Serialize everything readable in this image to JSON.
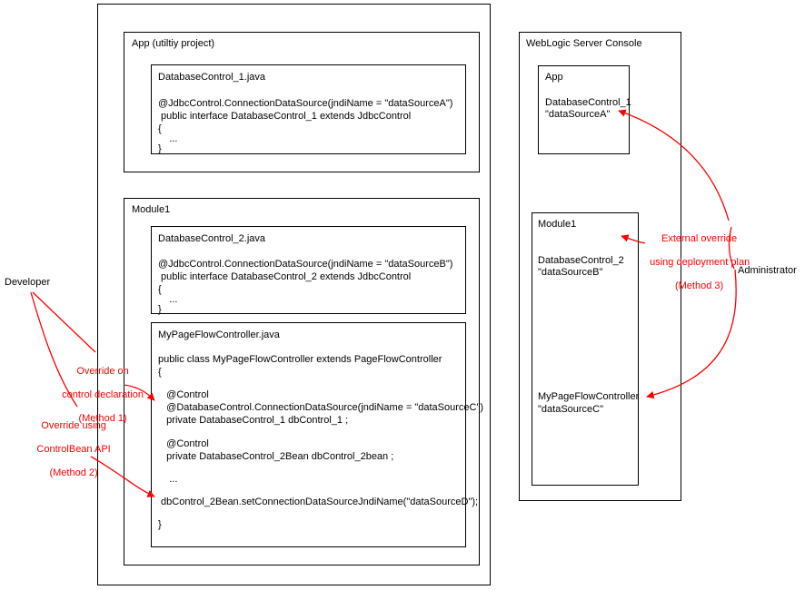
{
  "outer_container": {
    "name": "developer-workspace"
  },
  "app_project": {
    "title": "App (utiltiy project)",
    "file": {
      "filename": "DatabaseControl_1.java",
      "lines": [
        "@JdbcControl.ConnectionDataSource(jndiName = \"dataSourceA\")",
        " public interface DatabaseControl_1 extends JdbcControl",
        "{",
        "    ...",
        "}"
      ]
    }
  },
  "module1": {
    "title": "Module1",
    "file1": {
      "filename": "DatabaseControl_2.java",
      "lines": [
        "@JdbcControl.ConnectionDataSource(jndiName = \"dataSourceB\")",
        " public interface DatabaseControl_2 extends JdbcControl",
        "{",
        "    ...",
        "}"
      ]
    },
    "file2": {
      "filename": "MyPageFlowController.java",
      "lines": [
        "public class MyPageFlowController extends PageFlowController",
        "{",
        "",
        "   @Control",
        "   @DatabaseControl.ConnectionDataSource(jndiName = \"dataSourceC\")",
        "   private DatabaseControl_1 dbControl_1 ;",
        "",
        "   @Control",
        "   private DatabaseControl_2Bean dbControl_2bean ;",
        "",
        "    ...",
        "",
        " dbControl_2Bean.setConnectionDataSourceJndiName(\"dataSourceD\");",
        "",
        "}"
      ]
    }
  },
  "console": {
    "title": "WebLogic Server Console",
    "app_panel": {
      "title": "App",
      "control_name": "DatabaseControl_1",
      "datasource": "\"dataSourceA\""
    },
    "module_panel": {
      "title": "Module1",
      "entries": [
        {
          "control_name": "DatabaseControl_2",
          "datasource": "\"dataSourceB\""
        },
        {
          "control_name": "MyPageFlowController",
          "datasource": "\"dataSourceC\""
        }
      ]
    }
  },
  "actors": {
    "developer": "Developer",
    "administrator": "Administrator"
  },
  "annotations": {
    "method1": {
      "line1": "Override on",
      "line2": "control declaration",
      "line3": "(Method 1)"
    },
    "method2": {
      "line1": "Override using",
      "line2": "ControlBean API",
      "line3": "(Method 2)"
    },
    "method3": {
      "line1": "External override",
      "line2": "using deployment plan",
      "line3": "(Method 3)"
    }
  },
  "colors": {
    "annotation": "#ff0000",
    "line": "#000000",
    "background": "#ffffff"
  }
}
